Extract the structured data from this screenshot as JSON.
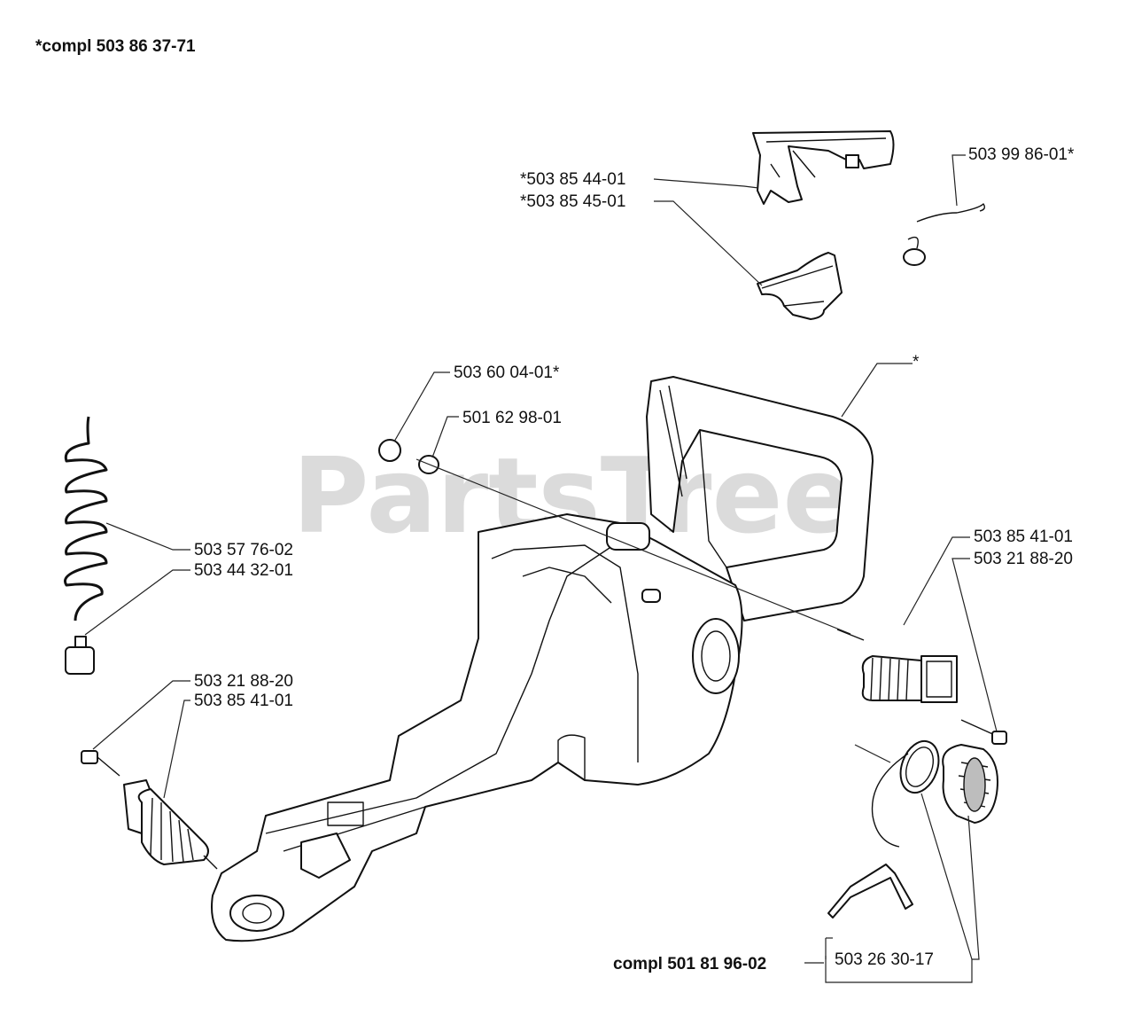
{
  "header": {
    "assembly_label": "*compl 503 86 37-71"
  },
  "watermark": "PartsTree",
  "callouts": {
    "trigger": "*503 85 44-01",
    "throttle_lockout": "*503 85 45-01",
    "spring_wire": "503 99 86-01*",
    "bushing": "503 60 04-01*",
    "sleeve": "501 62 98-01",
    "handle": "*",
    "fuel_hose": "503 57 76-02",
    "fuel_filter": "503 44 32-01",
    "av_spring_right": "503 85 41-01",
    "screw_right": "503 21 88-20",
    "screw_left": "503 21 88-20",
    "av_spring_left": "503 85 41-01",
    "fuel_cap": "503 26 30-17"
  },
  "footer": {
    "cap_assembly_label": "compl 501 81 96-02"
  }
}
